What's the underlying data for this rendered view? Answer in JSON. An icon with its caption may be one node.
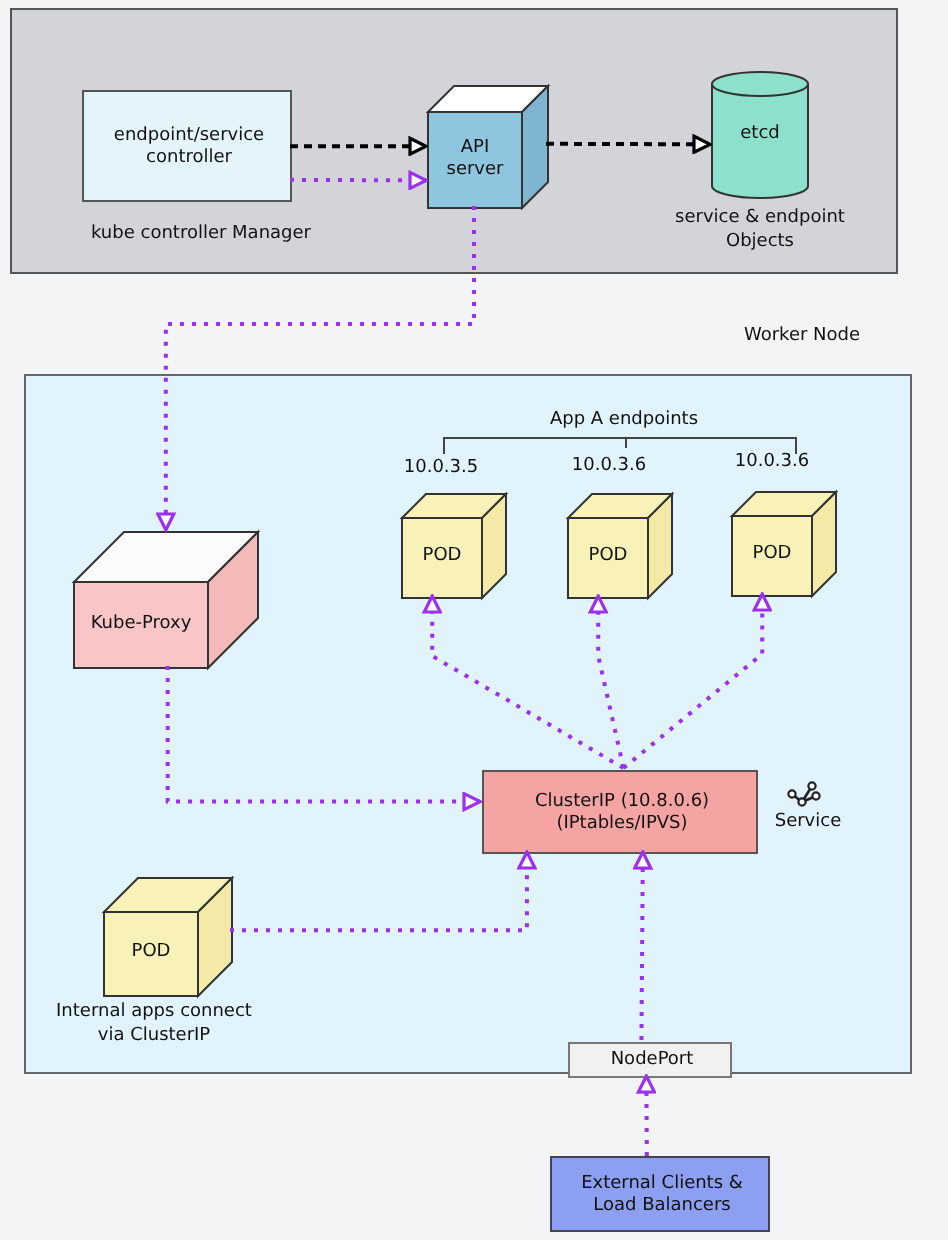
{
  "diagram": {
    "nodes": [
      {
        "text": [],
        "shape": "box"
      },
      {
        "text": [
          "endpoint/service controller"
        ],
        "in": 0,
        "beside": [
          "kube controller Manager"
        ]
      },
      {
        "text": [
          "API server"
        ],
        "in": 0
      },
      {
        "text": [
          "etcd"
        ],
        "in": 0,
        "beside": [
          "service & endpoint Objects"
        ]
      },
      {
        "text": [
          "Worker Node"
        ]
      },
      {
        "text": [
          "Kube-Proxy"
        ],
        "in": 4
      },
      {
        "text": [
          "POD"
        ],
        "in": 4,
        "beside": [
          "10.0.3.5"
        ]
      },
      {
        "text": [
          "POD"
        ],
        "in": 4,
        "beside": [
          "10.0.3.6"
        ]
      },
      {
        "text": [
          "POD"
        ],
        "in": 4,
        "beside": [
          "10.0.3.6"
        ]
      },
      {
        "text": [
          "ClusterIP (10.8.0.6) (IPtables/IPVS)"
        ],
        "in": 4,
        "beside": [
          "Service"
        ]
      },
      {
        "text": [
          "POD"
        ],
        "in": 4,
        "beside": [
          "Internal apps connect via ClusterIP"
        ]
      },
      {
        "text": [
          "NodePort"
        ],
        "in": 4
      },
      {
        "text": [
          "External Clients & Load Balancers"
        ]
      }
    ],
    "edges": [
      {
        "from": 1,
        "to": 2,
        "arrow": "to",
        "style": "dashed",
        "color": "#000000"
      },
      {
        "from": 2,
        "to": 3,
        "arrow": "to",
        "style": "dashed",
        "color": "#000000"
      },
      {
        "from": 1,
        "to": 2,
        "arrow": "to"
      },
      {
        "from": 2,
        "to": 5,
        "arrow": "to"
      },
      {
        "from": 5,
        "to": 9,
        "arrow": "to"
      },
      {
        "from": 9,
        "to": 6,
        "arrow": "to"
      },
      {
        "from": 9,
        "to": 7,
        "arrow": "to"
      },
      {
        "from": 9,
        "to": 8,
        "arrow": "to"
      },
      {
        "from": 10,
        "to": 9,
        "arrow": "to"
      },
      {
        "from": 11,
        "to": 9,
        "arrow": "to"
      },
      {
        "from": 12,
        "to": 11,
        "arrow": "to"
      }
    ],
    "labels": [
      "App A endpoints"
    ]
  }
}
